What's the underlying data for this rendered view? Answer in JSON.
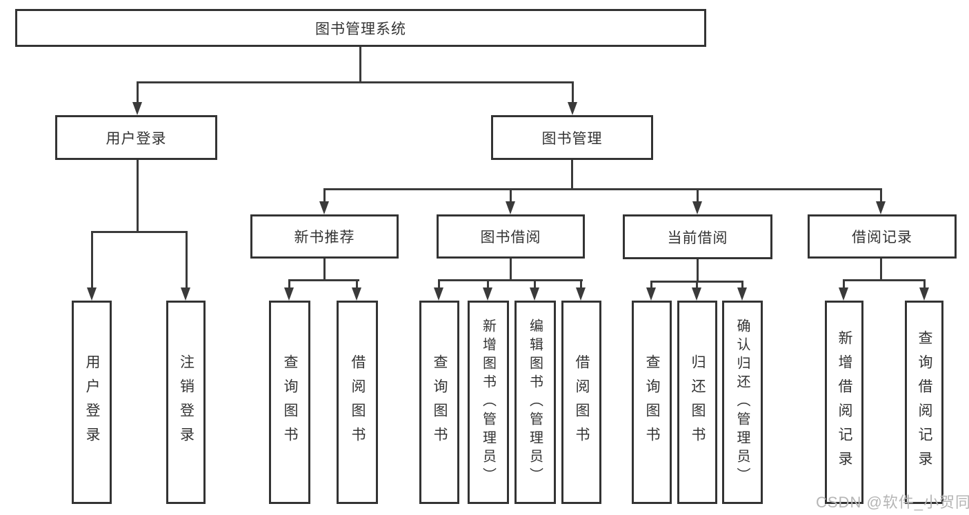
{
  "colors": {
    "background": "#ffffff",
    "box_border": "#333333",
    "text": "#333333",
    "line": "#3a3a3a",
    "watermark": "#b5b5b5"
  },
  "nodes": {
    "root": "图书管理系统",
    "user_login": "用户登录",
    "book_mgmt": "图书管理",
    "new_book_rec": "新书推荐",
    "book_borrow": "图书借阅",
    "current_borrow": "当前借阅",
    "borrow_records": "借阅记录",
    "ul_user_login": "用户登录",
    "ul_logout": "注销登录",
    "nbr_query_book": "查询图书",
    "nbr_borrow_book": "借阅图书",
    "bb_query_book": "查询图书",
    "bb_add_book": "新增图书（管理员）",
    "bb_edit_book": "编辑图书（管理员）",
    "bb_borrow_book": "借阅图书",
    "cb_query_book": "查询图书",
    "cb_return_book": "归还图书",
    "cb_confirm_return": "确认归还（管理员）",
    "br_add_record": "新增借阅记录",
    "br_query_record": "查询借阅记录"
  },
  "watermark": "CSDN @软件_小贺同学"
}
